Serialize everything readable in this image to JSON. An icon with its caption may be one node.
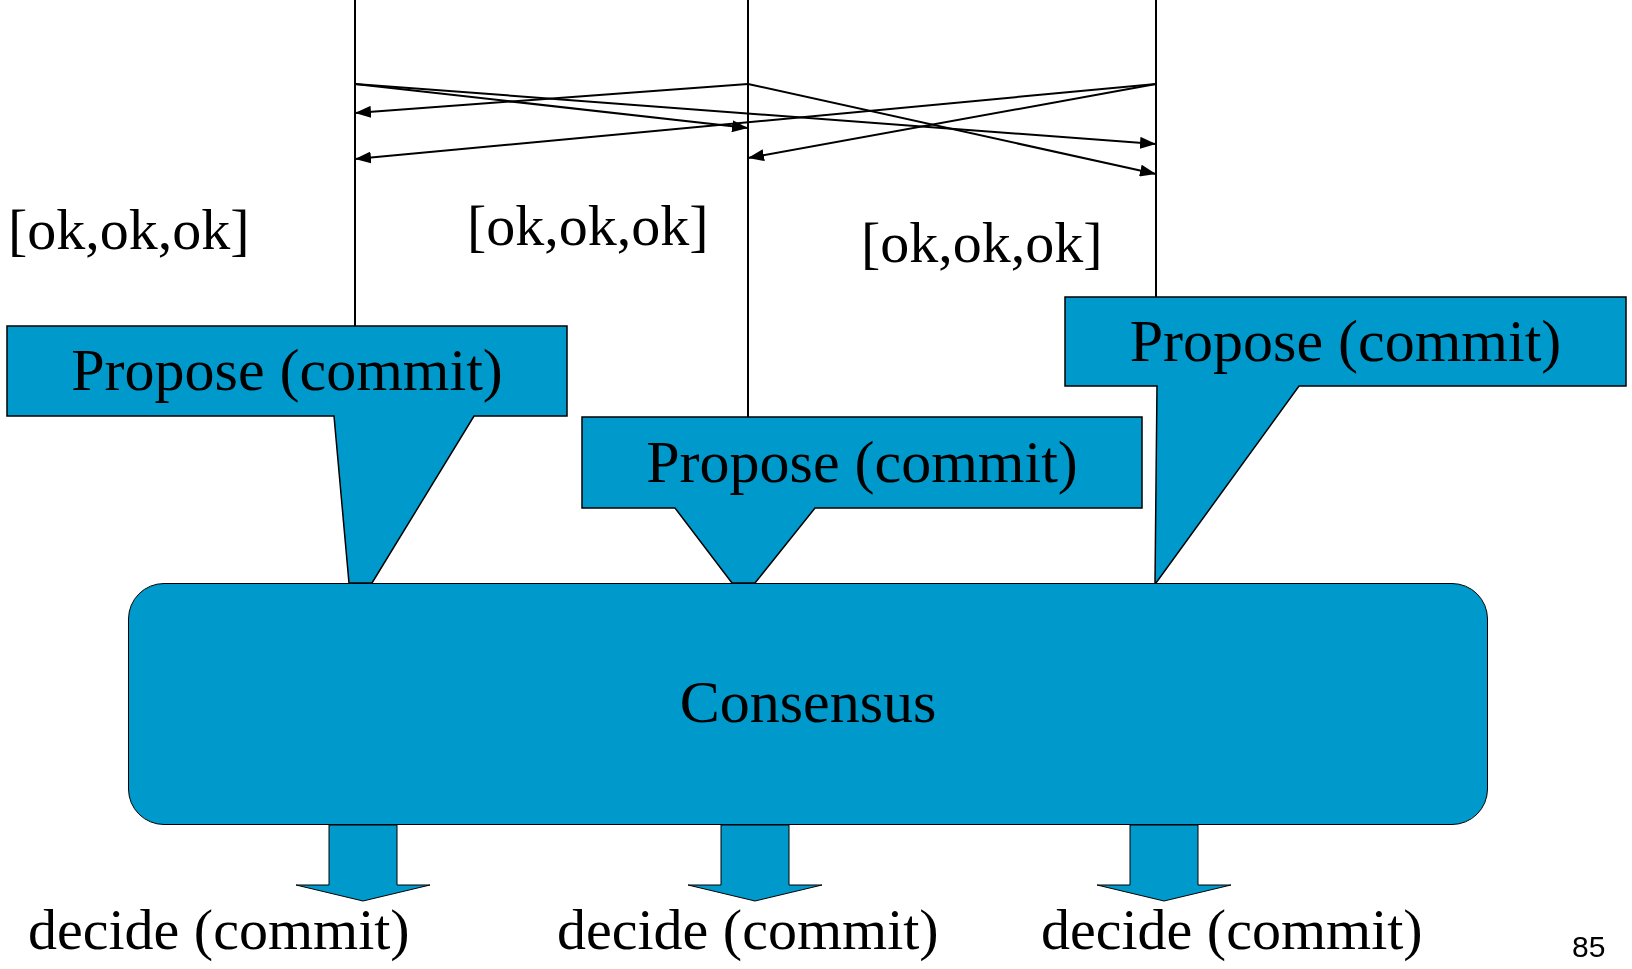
{
  "diagram": {
    "nodes": [
      {
        "text": [],
        "shape": "line"
      },
      {
        "text": [],
        "shape": "line"
      },
      {
        "text": [],
        "shape": "line"
      },
      {
        "text": [
          "Propose (commit)"
        ]
      },
      {
        "text": [
          "Propose (commit)"
        ]
      },
      {
        "text": [
          "Propose (commit)"
        ]
      },
      {
        "text": [
          "Consensus"
        ]
      },
      {
        "text": [
          "decide (commit)"
        ]
      },
      {
        "text": [
          "decide (commit)"
        ]
      },
      {
        "text": [
          "decide (commit)"
        ]
      }
    ],
    "edges": [
      {
        "from": 0,
        "to": 1,
        "arrow": "to"
      },
      {
        "from": 0,
        "to": 2,
        "arrow": "to"
      },
      {
        "from": 1,
        "to": 0,
        "arrow": "to"
      },
      {
        "from": 1,
        "to": 2,
        "arrow": "to"
      },
      {
        "from": 2,
        "to": 0,
        "arrow": "to"
      },
      {
        "from": 2,
        "to": 1,
        "arrow": "to"
      },
      {
        "from": 6,
        "to": 7,
        "arrow": "to",
        "style": "thick",
        "color": "#0099cc"
      },
      {
        "from": 6,
        "to": 8,
        "arrow": "to",
        "style": "thick",
        "color": "#0099cc"
      },
      {
        "from": 6,
        "to": 9,
        "arrow": "to",
        "style": "thick",
        "color": "#0099cc"
      }
    ],
    "labels": [
      "[ok,ok,ok]",
      "[ok,ok,ok]",
      "[ok,ok,ok]",
      "85"
    ]
  }
}
